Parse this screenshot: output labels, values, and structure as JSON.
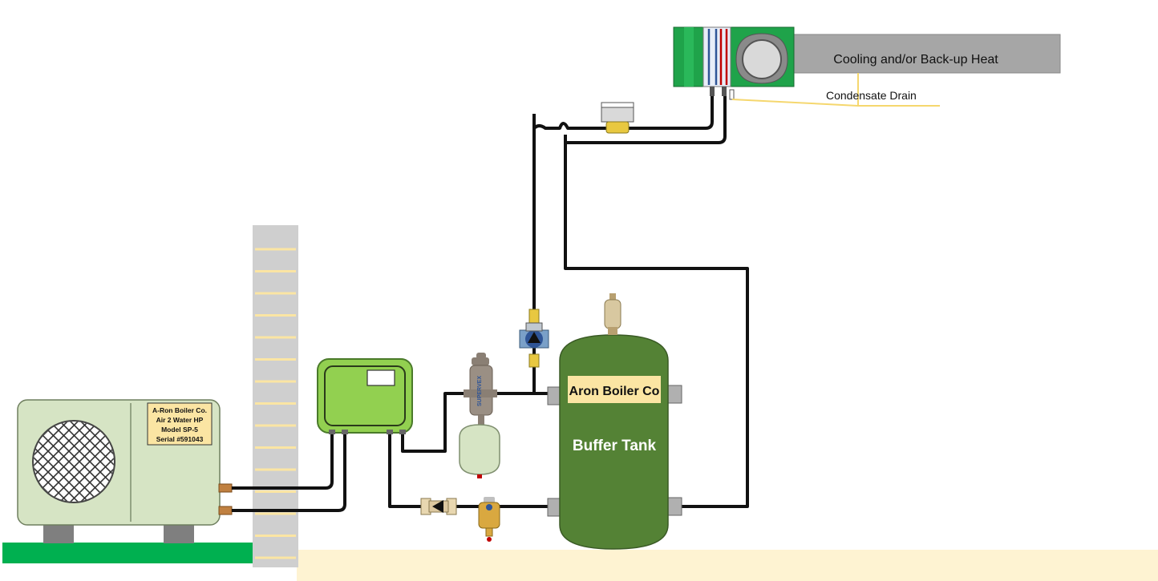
{
  "heat_pump": {
    "nameplate": [
      "A-Ron Boiler Co.",
      "Air 2 Water HP",
      "Model SP-5",
      "Serial #591043"
    ]
  },
  "buffer_tank": {
    "brand_label": "Aron Boiler Co",
    "title": "Buffer Tank"
  },
  "air_handler": {
    "duct_label": "Cooling and/or Back-up Heat",
    "drain_label": "Condensate Drain"
  },
  "separator": {
    "label": "SUPERVEX"
  },
  "colors": {
    "pipe": "#111111",
    "tank": "#548235",
    "tank_label_bg": "#fbe5a3",
    "controller": "#92d050",
    "heat_pump_body": "#d6e4c4",
    "air_handler": "#1fa34a",
    "duct": "#a6a6a6",
    "drain": "#f5d76e",
    "ground": "#00b050",
    "floor": "#fef3d2",
    "wall": "#cfcfcf"
  }
}
